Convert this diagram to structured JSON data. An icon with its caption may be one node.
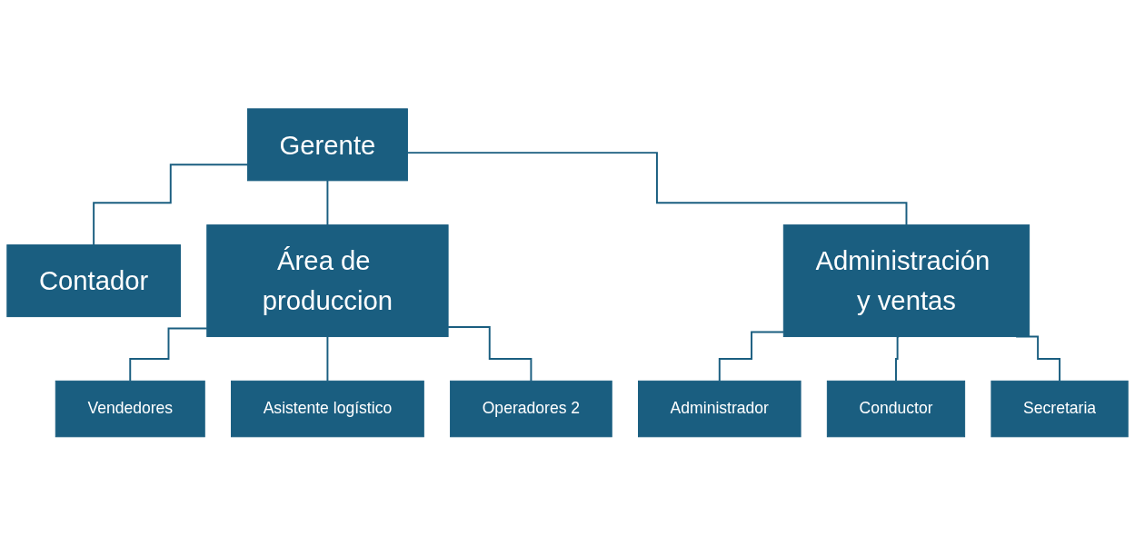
{
  "diagram": {
    "nodes": [
      {
        "text": [
          "Gerente"
        ]
      },
      {
        "text": [
          "Contador"
        ]
      },
      {
        "text": [
          "Área de produccion"
        ]
      },
      {
        "text": [
          "Administración y ventas"
        ]
      },
      {
        "text": [
          "Vendedores"
        ]
      },
      {
        "text": [
          "Asistente logístico"
        ]
      },
      {
        "text": [
          "Operadores 2"
        ]
      },
      {
        "text": [
          "Administrador"
        ]
      },
      {
        "text": [
          "Conductor"
        ]
      },
      {
        "text": [
          "Secretaria"
        ]
      }
    ],
    "edges": [
      {
        "from": 0,
        "to": 1,
        "arrow": "none"
      },
      {
        "from": 0,
        "to": 2,
        "arrow": "none"
      },
      {
        "from": 0,
        "to": 3,
        "arrow": "none"
      },
      {
        "from": 2,
        "to": 4,
        "arrow": "none"
      },
      {
        "from": 2,
        "to": 5,
        "arrow": "none"
      },
      {
        "from": 2,
        "to": 6,
        "arrow": "none"
      },
      {
        "from": 3,
        "to": 7,
        "arrow": "none"
      },
      {
        "from": 3,
        "to": 8,
        "arrow": "none"
      },
      {
        "from": 3,
        "to": 9,
        "arrow": "none"
      }
    ]
  }
}
